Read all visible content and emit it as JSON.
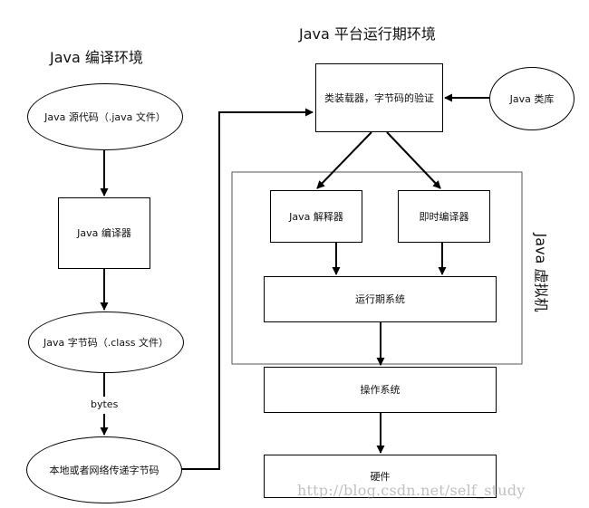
{
  "titles": {
    "compile_env": "Java 编译环境",
    "runtime_env": "Java 平台运行期环境",
    "jvm": "Java 虚拟机"
  },
  "nodes": {
    "source_code": "Java 源代码（.java 文件）",
    "compiler": "Java 编译器",
    "bytecode": "Java 字节码（.class 文件）",
    "transfer": "本地或者网络传递字节码",
    "class_loader": "类装载器，字节码的验证",
    "java_lib": "Java 类库",
    "interpreter": "Java 解释器",
    "jit": "即时编译器",
    "runtime_system": "运行期系统",
    "os": "操作系统",
    "hardware": "硬件"
  },
  "edge_labels": {
    "bytes": "bytes"
  },
  "watermark": "http://blog.csdn.net/self_study"
}
